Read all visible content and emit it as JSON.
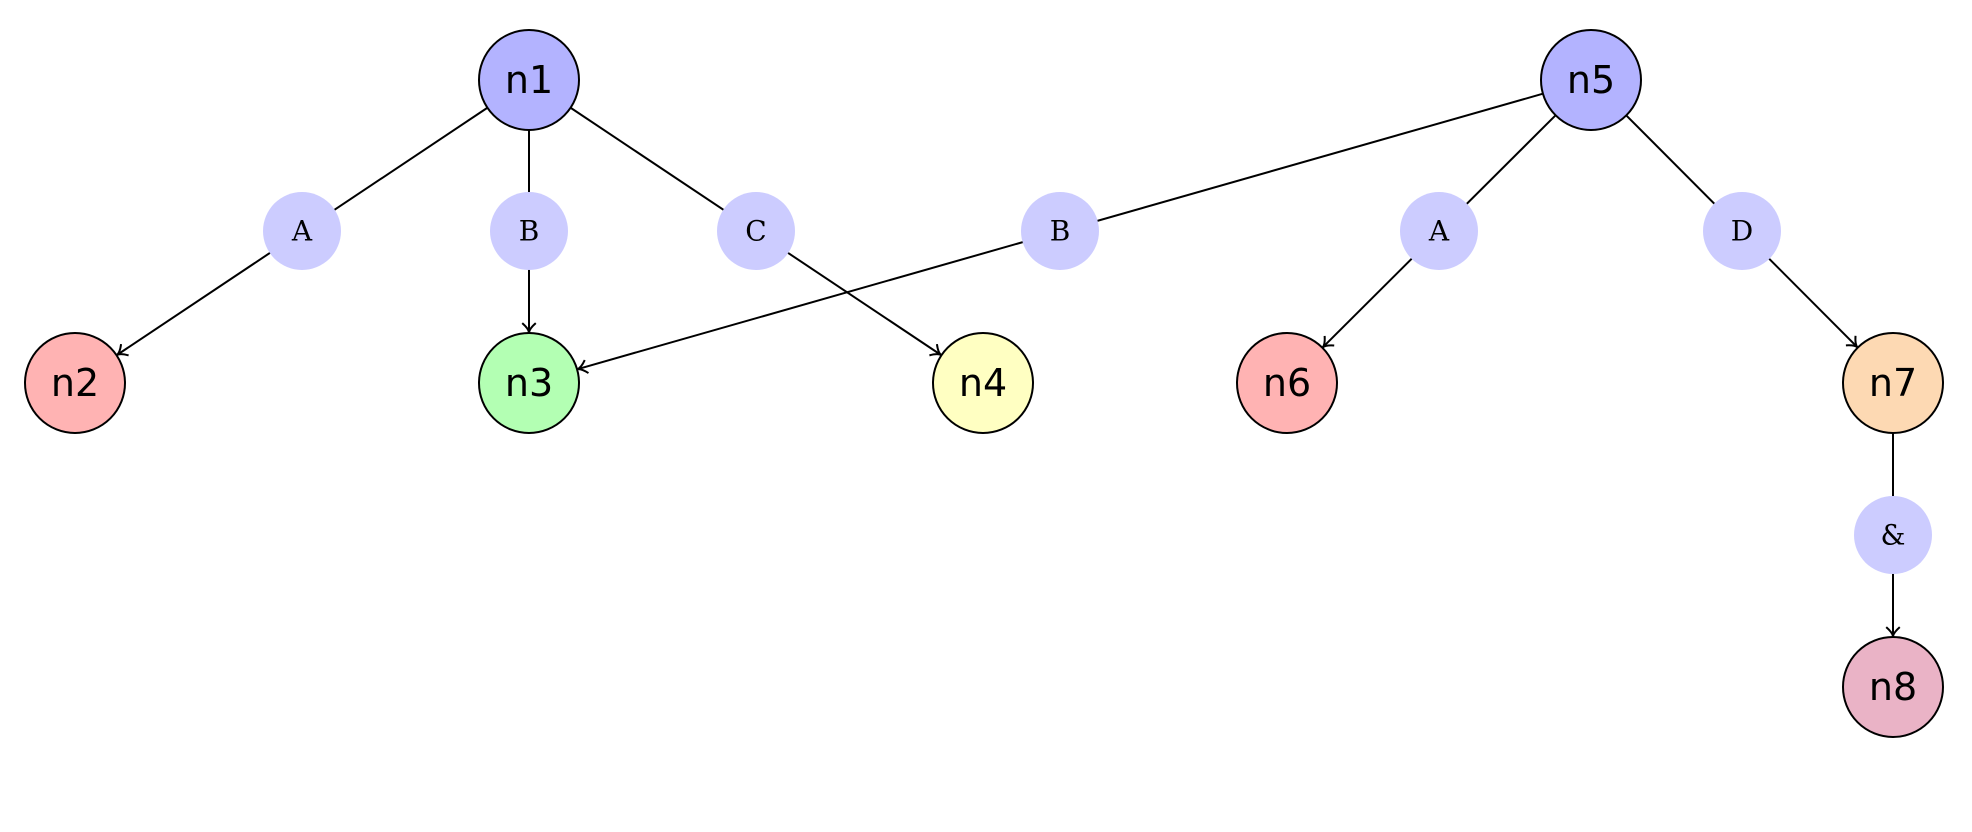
{
  "diagram": {
    "nodes": [
      {
        "id": "n1",
        "label": "n1",
        "color": "#b3b3ff"
      },
      {
        "id": "n2",
        "label": "n2",
        "color": "#ffb3b3"
      },
      {
        "id": "n3",
        "label": "n3",
        "color": "#b3ffb3"
      },
      {
        "id": "n4",
        "label": "n4",
        "color": "#ffffc2"
      },
      {
        "id": "n5",
        "label": "n5",
        "color": "#b3b3ff"
      },
      {
        "id": "n6",
        "label": "n6",
        "color": "#ffb3b3"
      },
      {
        "id": "n7",
        "label": "n7",
        "color": "#fdd9b3"
      },
      {
        "id": "n8",
        "label": "n8",
        "color": "#eab3c6"
      }
    ],
    "edges": [
      {
        "from": "n1",
        "to": "n2",
        "label": "A"
      },
      {
        "from": "n1",
        "to": "n3",
        "label": "B"
      },
      {
        "from": "n1",
        "to": "n4",
        "label": "C"
      },
      {
        "from": "n5",
        "to": "n3",
        "label": "B"
      },
      {
        "from": "n5",
        "to": "n6",
        "label": "A"
      },
      {
        "from": "n5",
        "to": "n7",
        "label": "D"
      },
      {
        "from": "n7",
        "to": "n8",
        "label": "&"
      }
    ],
    "edge_label_color": "#ccccff"
  }
}
